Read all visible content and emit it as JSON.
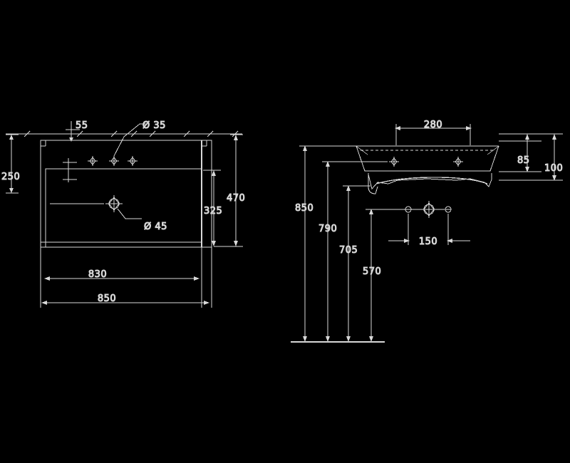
{
  "drawing": {
    "title": "Washbasin technical dimension drawing",
    "units": "mm",
    "background_color": "#000000",
    "line_color": "#d8d8d8",
    "text_color": "#d8d8d8",
    "views": [
      {
        "name": "plan-view",
        "position": "left"
      },
      {
        "name": "side-elevation-view",
        "position": "right"
      }
    ]
  },
  "plan_view": {
    "labels": {
      "tap_hole_offset": "55",
      "tap_hole_diameter": "Ø 35",
      "depth_back": "250",
      "overall_depth": "470",
      "bowl_depth": "325",
      "waste_diameter": "Ø 45",
      "bowl_width": "830",
      "overall_width": "850"
    }
  },
  "side_view": {
    "labels": {
      "bowl_span": "280",
      "rim_height": "85",
      "basin_height": "100",
      "height_to_tap": "850",
      "height_mid": "790",
      "height_low": "705",
      "height_bracket": "570",
      "outlet_spacing": "150"
    }
  }
}
